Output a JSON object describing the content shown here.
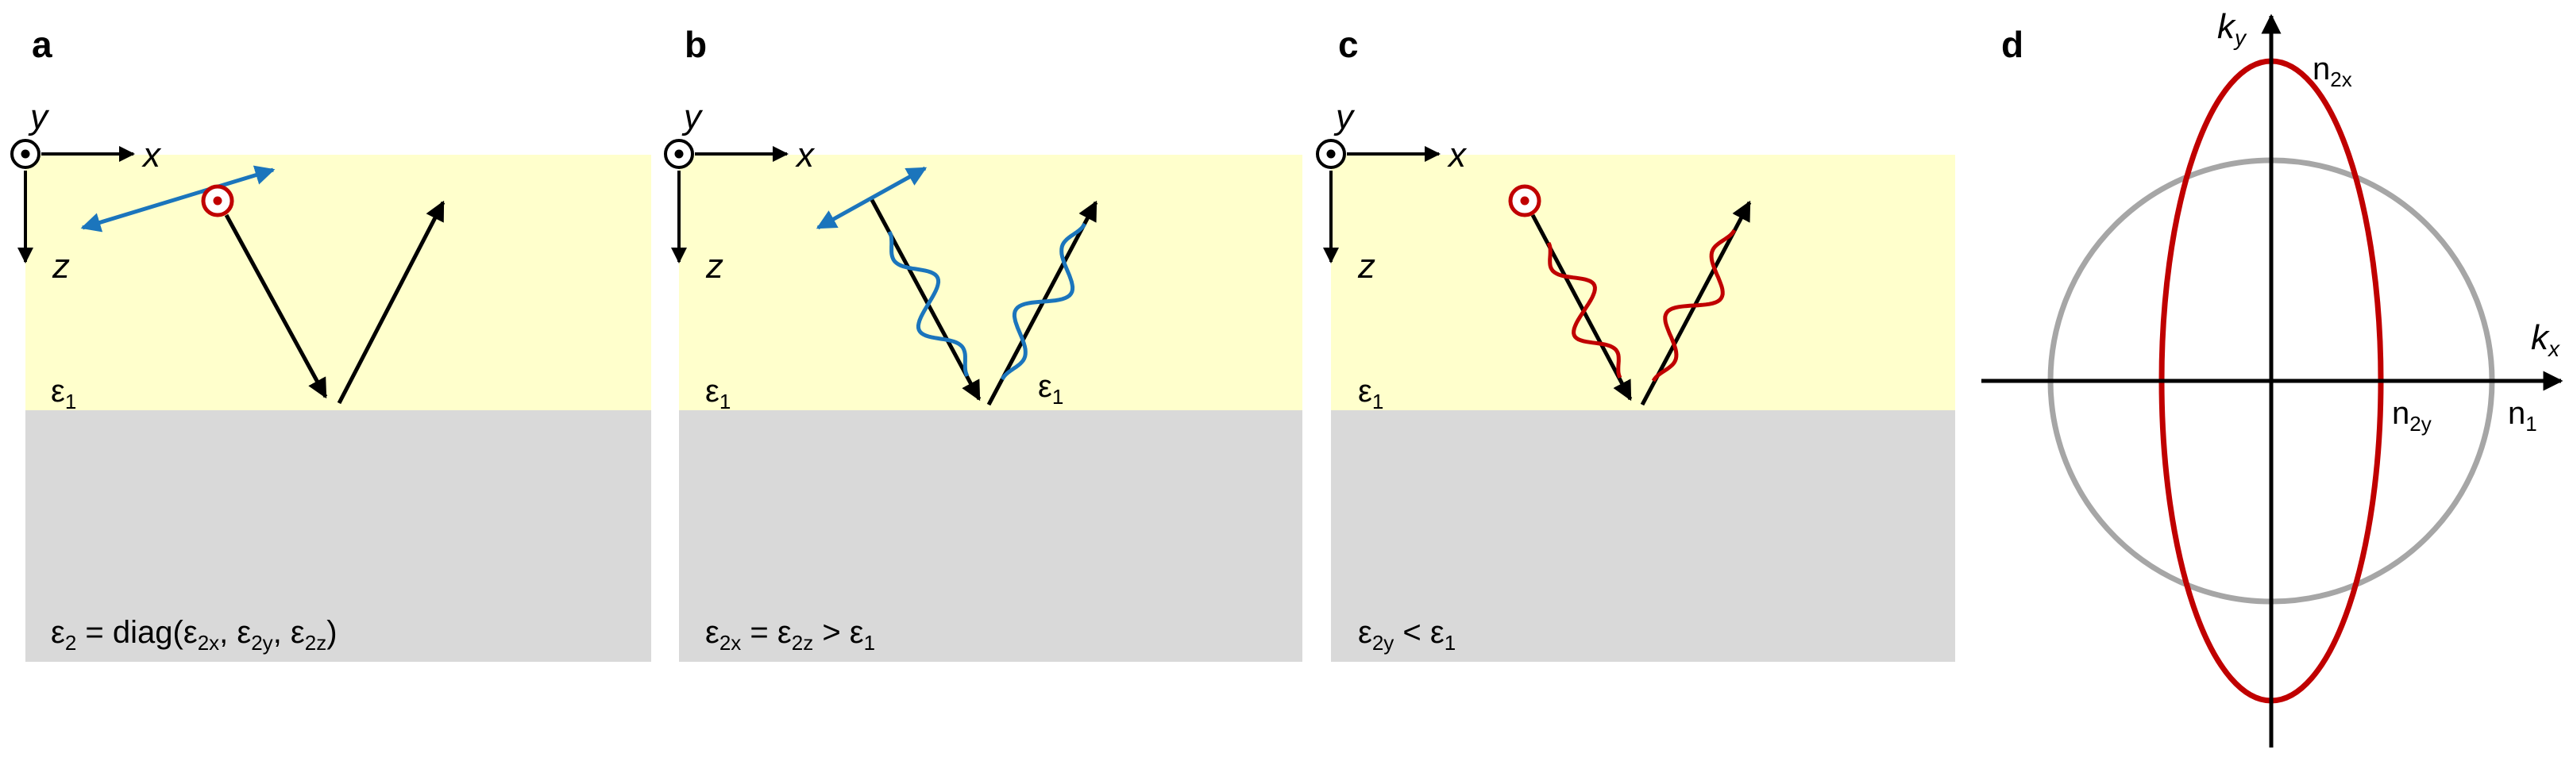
{
  "panels": {
    "a": {
      "label": "a",
      "axis_y": "y",
      "axis_x": "x",
      "axis_z": "z",
      "eps1": {
        "base": "ε",
        "sub": "1"
      },
      "eps2_formula": {
        "t1": "ε",
        "s1": "2",
        "t2": " = diag(ε",
        "s2": "2x",
        "t3": ", ε",
        "s3": "2y",
        "t4": ", ε",
        "s4": "2z",
        "t5": ")"
      }
    },
    "b": {
      "label": "b",
      "axis_y": "y",
      "axis_x": "x",
      "axis_z": "z",
      "eps1": {
        "base": "ε",
        "sub": "1"
      },
      "eps1_reflected": {
        "base": "ε",
        "sub": "1"
      },
      "condition": {
        "t1": "ε",
        "s1": "2x",
        "t2": " = ε",
        "s2": "2z",
        "t3": " > ε",
        "s3": "1"
      }
    },
    "c": {
      "label": "c",
      "axis_y": "y",
      "axis_x": "x",
      "axis_z": "z",
      "eps1": {
        "base": "ε",
        "sub": "1"
      },
      "condition": {
        "t1": "ε",
        "s1": "2y",
        "t2": " < ε",
        "s2": "1"
      }
    },
    "d": {
      "label": "d",
      "ky": {
        "base": "k",
        "sub": "y"
      },
      "kx": {
        "base": "k",
        "sub": "x"
      },
      "n2x": {
        "base": "n",
        "sub": "2x"
      },
      "n2y": {
        "base": "n",
        "sub": "2y"
      },
      "n1": {
        "base": "n",
        "sub": "1"
      }
    }
  },
  "colors": {
    "medium1": "#ffffcc",
    "medium2": "#d9d9d9",
    "tm_wave": "#1b75bc",
    "te_wave": "#c00000",
    "circle": "#a6a6a6",
    "ellipse": "#c00000"
  }
}
